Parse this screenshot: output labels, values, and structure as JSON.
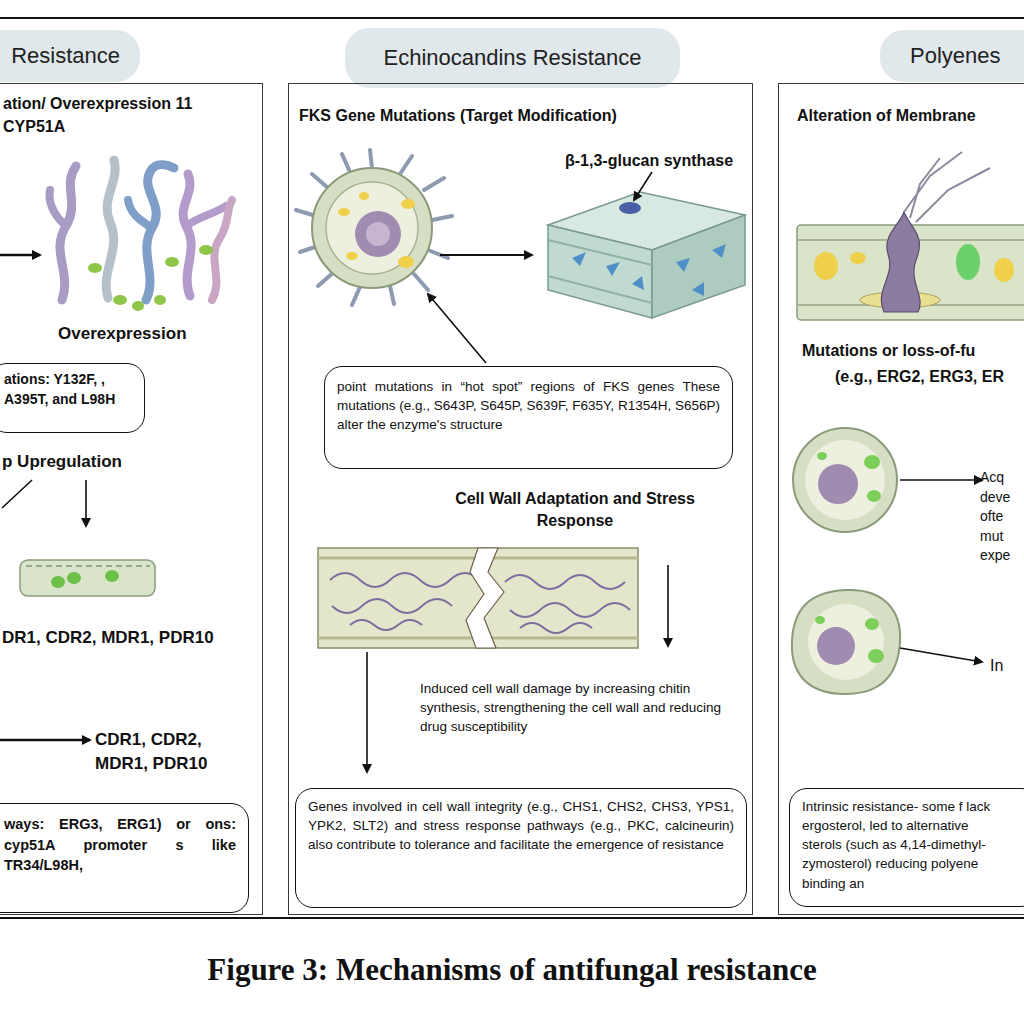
{
  "diagram": {
    "caption": "Figure 3: Mechanisms of antifungal resistance",
    "nodes": [
      {
        "text": [
          "Resistance"
        ]
      },
      {
        "text": [
          "ation/ Overexpression 11 CYP51A"
        ]
      },
      {
        "text": [
          "ations: Y132F, , A395T, and L98H"
        ],
        "in": 1
      },
      {
        "text": [
          "ways: ERG3, ERG1) or ons: cyp51A promoter s like TR34/L98H,"
        ],
        "in": 1
      },
      {
        "text": [
          "Echinocandins Resistance"
        ]
      },
      {
        "text": [
          "FKS Gene Mutations (Target Modification)"
        ]
      },
      {
        "text": [
          "point mutations in “hot spot” regions of FKS genes These mutations (e.g., S643P, S645P, S639F, F635Y, R1354H, S656P) alter the enzyme's structure"
        ],
        "in": 5
      },
      {
        "text": [
          "Genes involved in cell wall integrity (e.g., CHS1, CHS2, CHS3, YPS1, YPK2, SLT2) and stress response pathways (e.g., PKC, calcineurin) also contribute to tolerance and facilitate the emergence of resistance"
        ],
        "in": 5
      },
      {
        "text": [
          "Polyenes"
        ]
      },
      {
        "text": [
          "Alteration of Membrane"
        ]
      },
      {
        "text": [
          "Intrinsic resistance- some f lack ergosterol, led to alternative sterols (such as 4,14-dimethyl-zymosterol) reducing polyene binding an"
        ],
        "in": 9
      }
    ],
    "labels": [
      "Overexpression",
      "p Upregulation",
      "DR1, CDR2, MDR1, PDR10",
      "CDR1, CDR2, MDR1, PDR10",
      "β-1,3-glucan synthase",
      "Cell Wall Adaptation and Stress Response",
      "Induced cell wall damage by increasing chitin synthesis, strengthening the cell wall and reducing drug susceptibility",
      "Mutations or loss-of-fu",
      "(e.g., ERG2, ERG3, ER",
      "Acq deve ofte mut expe",
      "In"
    ]
  }
}
